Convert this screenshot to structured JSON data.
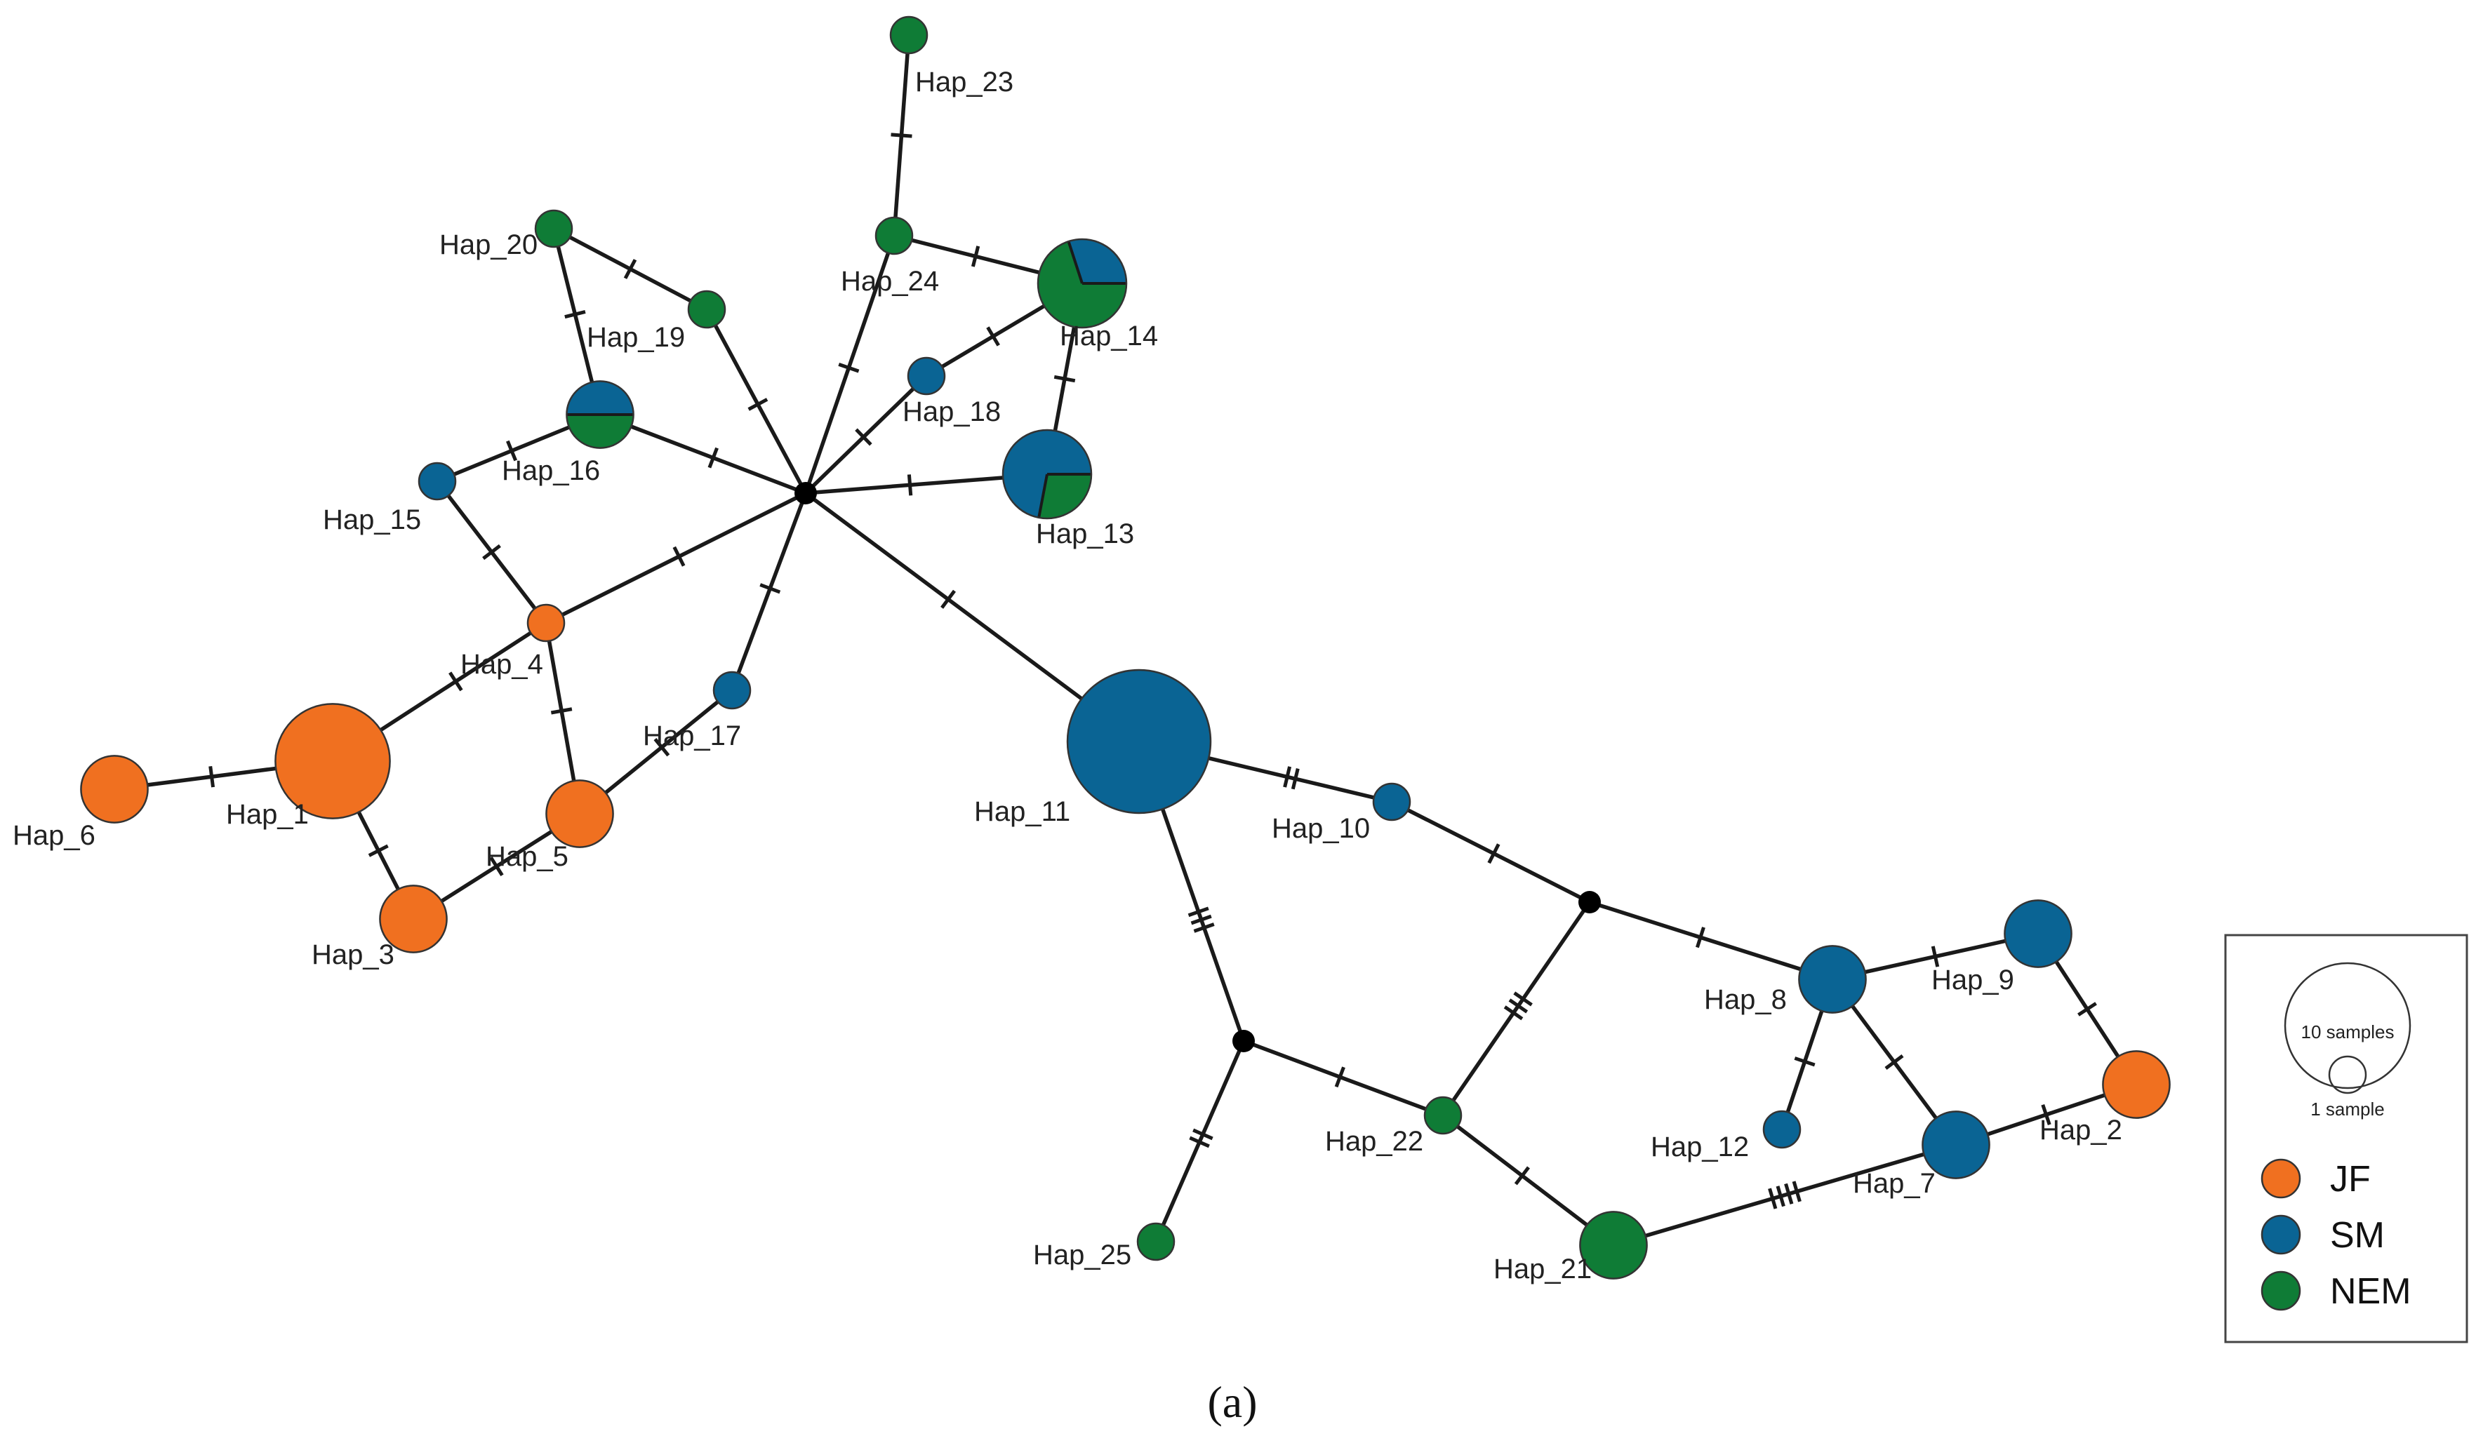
{
  "colors": {
    "JF": "#f07020",
    "SM": "#0a6494",
    "NEM": "#0f7c36",
    "median": "#000000"
  },
  "legend": {
    "size_large": "10 samples",
    "size_small": "1 sample",
    "groups": [
      {
        "key": "JF",
        "label": "JF"
      },
      {
        "key": "SM",
        "label": "SM"
      },
      {
        "key": "NEM",
        "label": "NEM"
      }
    ]
  },
  "caption": "(a)",
  "nodes": [
    {
      "id": "Hap_1",
      "label": "Hap_1",
      "samples": 8,
      "groups": [
        [
          "JF",
          1
        ]
      ]
    },
    {
      "id": "Hap_2",
      "label": "Hap_2",
      "samples": 3,
      "groups": [
        [
          "JF",
          1
        ]
      ]
    },
    {
      "id": "Hap_3",
      "label": "Hap_3",
      "samples": 3,
      "groups": [
        [
          "JF",
          1
        ]
      ]
    },
    {
      "id": "Hap_4",
      "label": "Hap_4",
      "samples": 1,
      "groups": [
        [
          "JF",
          1
        ]
      ]
    },
    {
      "id": "Hap_5",
      "label": "Hap_5",
      "samples": 3,
      "groups": [
        [
          "JF",
          1
        ]
      ]
    },
    {
      "id": "Hap_6",
      "label": "Hap_6",
      "samples": 3,
      "groups": [
        [
          "JF",
          1
        ]
      ]
    },
    {
      "id": "Hap_7",
      "label": "Hap_7",
      "samples": 3,
      "groups": [
        [
          "SM",
          1
        ]
      ]
    },
    {
      "id": "Hap_8",
      "label": "Hap_8",
      "samples": 3,
      "groups": [
        [
          "SM",
          1
        ]
      ]
    },
    {
      "id": "Hap_9",
      "label": "Hap_9",
      "samples": 3,
      "groups": [
        [
          "SM",
          1
        ]
      ]
    },
    {
      "id": "Hap_10",
      "label": "Hap_10",
      "samples": 1,
      "groups": [
        [
          "SM",
          1
        ]
      ]
    },
    {
      "id": "Hap_11",
      "label": "Hap_11",
      "samples": 12,
      "groups": [
        [
          "SM",
          1
        ]
      ]
    },
    {
      "id": "Hap_12",
      "label": "Hap_12",
      "samples": 1,
      "groups": [
        [
          "SM",
          1
        ]
      ]
    },
    {
      "id": "Hap_13",
      "label": "Hap_13",
      "samples": 5,
      "groups": [
        [
          "SM",
          0.72
        ],
        [
          "NEM",
          0.28
        ]
      ]
    },
    {
      "id": "Hap_14",
      "label": "Hap_14",
      "samples": 5,
      "groups": [
        [
          "SM",
          0.3
        ],
        [
          "NEM",
          0.7
        ]
      ]
    },
    {
      "id": "Hap_15",
      "label": "Hap_15",
      "samples": 1,
      "groups": [
        [
          "SM",
          1
        ]
      ]
    },
    {
      "id": "Hap_16",
      "label": "Hap_16",
      "samples": 3,
      "groups": [
        [
          "SM",
          0.5
        ],
        [
          "NEM",
          0.5
        ]
      ]
    },
    {
      "id": "Hap_17",
      "label": "Hap_17",
      "samples": 1,
      "groups": [
        [
          "SM",
          1
        ]
      ]
    },
    {
      "id": "Hap_18",
      "label": "Hap_18",
      "samples": 1,
      "groups": [
        [
          "SM",
          1
        ]
      ]
    },
    {
      "id": "Hap_19",
      "label": "Hap_19",
      "samples": 1,
      "groups": [
        [
          "NEM",
          1
        ]
      ]
    },
    {
      "id": "Hap_20",
      "label": "Hap_20",
      "samples": 1,
      "groups": [
        [
          "NEM",
          1
        ]
      ]
    },
    {
      "id": "Hap_21",
      "label": "Hap_21",
      "samples": 3,
      "groups": [
        [
          "NEM",
          1
        ]
      ]
    },
    {
      "id": "Hap_22",
      "label": "Hap_22",
      "samples": 1,
      "groups": [
        [
          "NEM",
          1
        ]
      ]
    },
    {
      "id": "Hap_23",
      "label": "Hap_23",
      "samples": 1,
      "groups": [
        [
          "NEM",
          1
        ]
      ]
    },
    {
      "id": "Hap_24",
      "label": "Hap_24",
      "samples": 1,
      "groups": [
        [
          "NEM",
          1
        ]
      ]
    },
    {
      "id": "Hap_25",
      "label": "Hap_25",
      "samples": 1,
      "groups": [
        [
          "NEM",
          1
        ]
      ]
    },
    {
      "id": "mv1",
      "label": "",
      "samples": 0,
      "median": true
    },
    {
      "id": "mv2",
      "label": "",
      "samples": 0,
      "median": true
    },
    {
      "id": "mv3",
      "label": "",
      "samples": 0,
      "median": true
    }
  ],
  "edges": [
    {
      "from": "Hap_6",
      "to": "Hap_1",
      "mutations": 1
    },
    {
      "from": "Hap_1",
      "to": "Hap_4",
      "mutations": 1
    },
    {
      "from": "Hap_1",
      "to": "Hap_3",
      "mutations": 1
    },
    {
      "from": "Hap_3",
      "to": "Hap_5",
      "mutations": 1
    },
    {
      "from": "Hap_4",
      "to": "Hap_5",
      "mutations": 1
    },
    {
      "from": "Hap_5",
      "to": "Hap_17",
      "mutations": 1
    },
    {
      "from": "Hap_15",
      "to": "Hap_4",
      "mutations": 1
    },
    {
      "from": "Hap_15",
      "to": "Hap_16",
      "mutations": 1
    },
    {
      "from": "Hap_20",
      "to": "Hap_16",
      "mutations": 1
    },
    {
      "from": "Hap_20",
      "to": "Hap_19",
      "mutations": 1
    },
    {
      "from": "Hap_4",
      "to": "mv1",
      "mutations": 1
    },
    {
      "from": "Hap_16",
      "to": "mv1",
      "mutations": 1
    },
    {
      "from": "Hap_19",
      "to": "mv1",
      "mutations": 1
    },
    {
      "from": "Hap_24",
      "to": "mv1",
      "mutations": 1
    },
    {
      "from": "Hap_18",
      "to": "mv1",
      "mutations": 1
    },
    {
      "from": "Hap_13",
      "to": "mv1",
      "mutations": 1
    },
    {
      "from": "Hap_17",
      "to": "mv1",
      "mutations": 1
    },
    {
      "from": "mv1",
      "to": "Hap_11",
      "mutations": 1
    },
    {
      "from": "Hap_23",
      "to": "Hap_24",
      "mutations": 1
    },
    {
      "from": "Hap_24",
      "to": "Hap_14",
      "mutations": 1
    },
    {
      "from": "Hap_18",
      "to": "Hap_14",
      "mutations": 1
    },
    {
      "from": "Hap_14",
      "to": "Hap_13",
      "mutations": 1
    },
    {
      "from": "Hap_11",
      "to": "Hap_10",
      "mutations": 2
    },
    {
      "from": "Hap_11",
      "to": "mv3",
      "mutations": 3
    },
    {
      "from": "Hap_10",
      "to": "mv2",
      "mutations": 1
    },
    {
      "from": "mv2",
      "to": "Hap_8",
      "mutations": 1
    },
    {
      "from": "mv2",
      "to": "Hap_22",
      "mutations": 3
    },
    {
      "from": "mv3",
      "to": "Hap_22",
      "mutations": 1
    },
    {
      "from": "mv3",
      "to": "Hap_25",
      "mutations": 2
    },
    {
      "from": "Hap_22",
      "to": "Hap_21",
      "mutations": 1
    },
    {
      "from": "Hap_21",
      "to": "Hap_7",
      "mutations": 4
    },
    {
      "from": "Hap_8",
      "to": "Hap_9",
      "mutations": 1
    },
    {
      "from": "Hap_8",
      "to": "Hap_12",
      "mutations": 1
    },
    {
      "from": "Hap_8",
      "to": "Hap_7",
      "mutations": 1
    },
    {
      "from": "Hap_9",
      "to": "Hap_2",
      "mutations": 1
    },
    {
      "from": "Hap_7",
      "to": "Hap_2",
      "mutations": 1
    }
  ]
}
